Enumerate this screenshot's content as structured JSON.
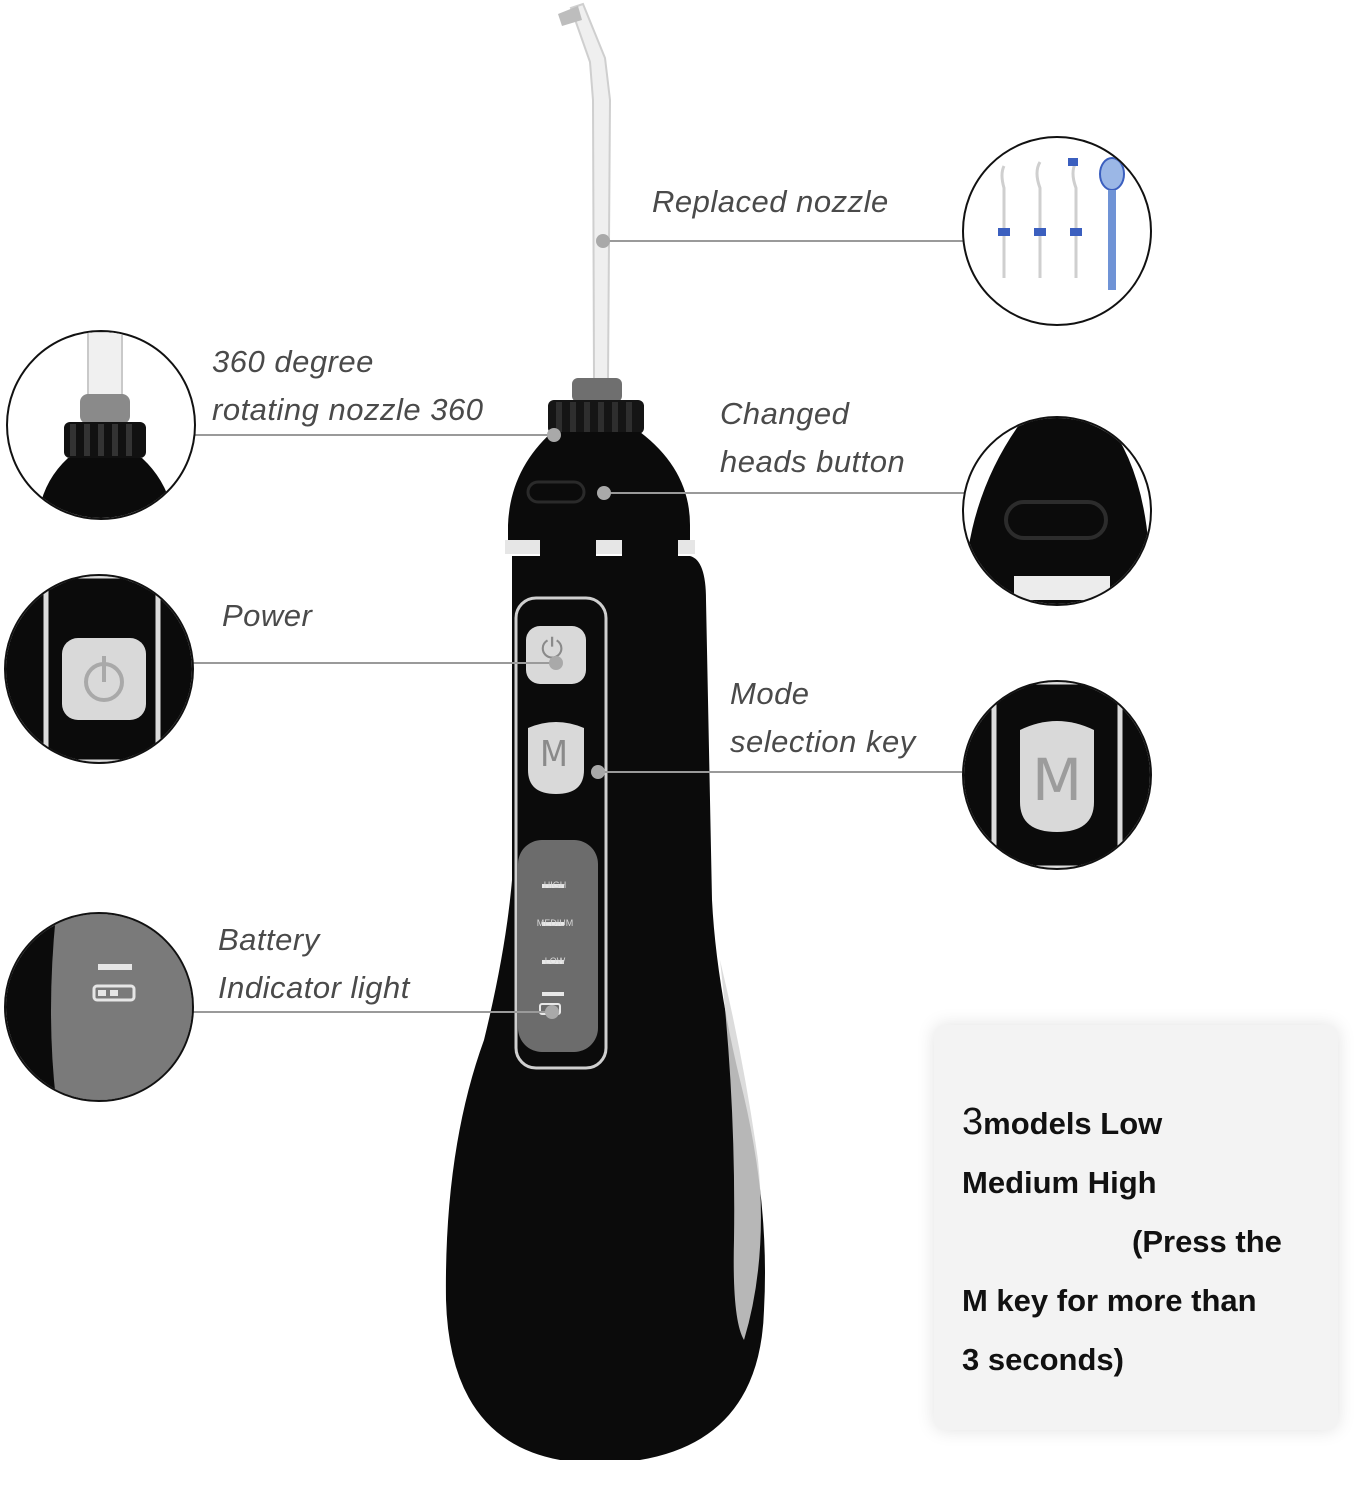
{
  "labels": {
    "replaced_nozzle": "Replaced nozzle",
    "rotating_nozzle_line1": "360 degree",
    "rotating_nozzle_line2": "rotating nozzle 360",
    "changed_heads_line1": "Changed",
    "changed_heads_line2": "heads button",
    "power": "Power",
    "mode_line1": "Mode",
    "mode_line2": "selection key",
    "battery_line1": "Battery",
    "battery_line2": "Indicator light"
  },
  "device": {
    "power_symbol": "⏻",
    "mode_key": "M",
    "indicator_labels": [
      "HIGH",
      "MEDIUM",
      "LOW"
    ]
  },
  "info_box": {
    "count": "3",
    "line1_rest": "models Low",
    "line2": "Medium High",
    "line3": "(Press the",
    "line4": "M key for more than",
    "line5": "3 seconds)"
  },
  "colors": {
    "body": "#0b0b0b",
    "panel": "#d9d9d9",
    "label_text": "#4a4a4a",
    "callout_line": "#9a9a9a",
    "nozzle_tip_blue": "#3b5fbf"
  }
}
